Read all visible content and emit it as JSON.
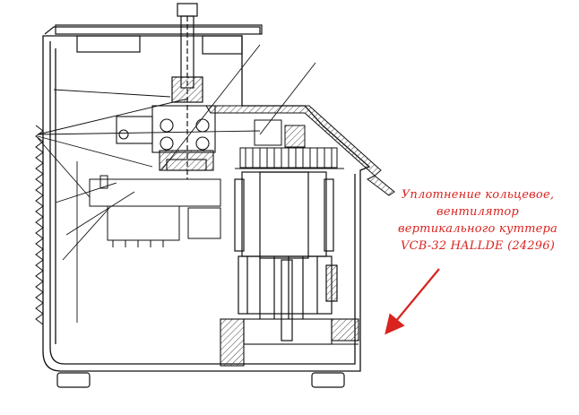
{
  "callout": {
    "lines": [
      "Уплотнение кольцевое,",
      "вентилятор",
      "вертикального куттера",
      "VCB-32 HALLDE (24296)"
    ]
  },
  "colors": {
    "ink": "#111111",
    "hatch": "#444444",
    "accent": "#d9231f",
    "background": "#ffffff"
  }
}
